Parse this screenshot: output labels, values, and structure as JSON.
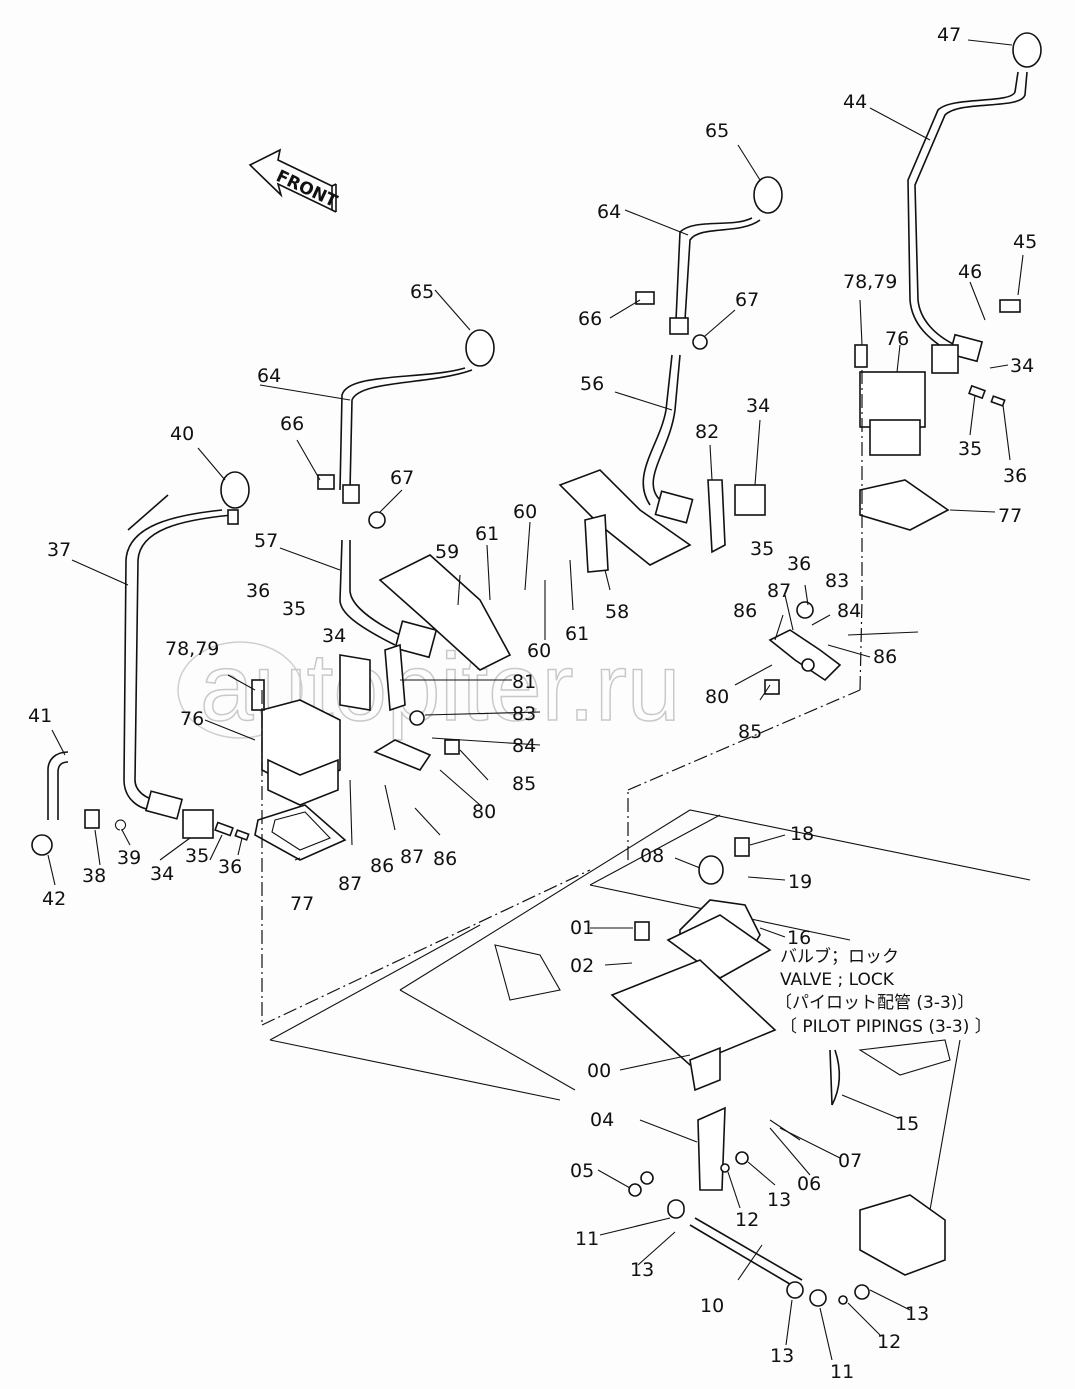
{
  "diagram": {
    "front_arrow": "FRONT",
    "watermark": "autopiter.ru",
    "note": {
      "jp_line1": "バルブ；ロック",
      "en_line1": "VALVE ; LOCK",
      "jp_line2": "〔パイロット配管 (3-3)〕",
      "en_line2": "〔 PILOT  PIPINGS (3-3) 〕"
    },
    "labels": [
      "47",
      "44",
      "45",
      "46",
      "34",
      "35",
      "36",
      "77",
      "76",
      "78,79",
      "65",
      "64",
      "66",
      "67",
      "56",
      "82",
      "34",
      "35",
      "36",
      "60",
      "61",
      "58",
      "60",
      "61",
      "83",
      "84",
      "87",
      "86",
      "86",
      "80",
      "85",
      "65",
      "64",
      "66",
      "67",
      "40",
      "37",
      "57",
      "59",
      "36",
      "35",
      "34",
      "78,79",
      "81",
      "83",
      "84",
      "85",
      "80",
      "86",
      "87",
      "86",
      "87",
      "76",
      "41",
      "34",
      "35",
      "36",
      "38",
      "39",
      "42",
      "77",
      "08",
      "18",
      "19",
      "01",
      "02",
      "16",
      "00",
      "15",
      "04",
      "07",
      "06",
      "05",
      "12",
      "13",
      "11",
      "13",
      "10",
      "13",
      "11",
      "12",
      "13"
    ]
  }
}
